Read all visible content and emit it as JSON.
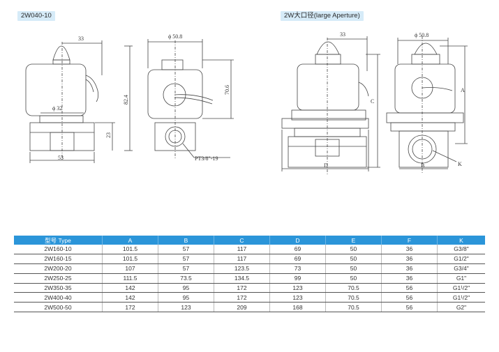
{
  "left_section": {
    "title": "2W040-10"
  },
  "right_section": {
    "title": "2W大口径(large Aperture)"
  },
  "left_drawing": {
    "dim_width_top": "33",
    "dim_diameter_coil": "ϕ 32",
    "dim_height": "82.4",
    "dim_body_height": "23",
    "dim_body_width": "53",
    "dim_coil_diameter_side": "ϕ 50.8",
    "dim_side_height": "70.6",
    "dim_port": "PT3/8\"-19"
  },
  "right_drawing": {
    "dim_width_top": "33",
    "dim_c": "C",
    "dim_d": "D",
    "dim_coil_diameter_side": "ϕ 50.8",
    "dim_a": "A",
    "dim_b": "B",
    "dim_k": "K"
  },
  "table": {
    "headers": [
      "型号 Type",
      "A",
      "B",
      "C",
      "D",
      "E",
      "F",
      "K"
    ],
    "rows": [
      [
        "2W160-10",
        "101.5",
        "57",
        "117",
        "69",
        "50",
        "36",
        "G3/8\""
      ],
      [
        "2W160-15",
        "101.5",
        "57",
        "117",
        "69",
        "50",
        "36",
        "G1/2\""
      ],
      [
        "2W200-20",
        "107",
        "57",
        "123.5",
        "73",
        "50",
        "36",
        "G3/4\""
      ],
      [
        "2W250-25",
        "111.5",
        "73.5",
        "134.5",
        "99",
        "50",
        "36",
        "G1\""
      ],
      [
        "2W350-35",
        "142",
        "95",
        "172",
        "123",
        "70.5",
        "56",
        "G1¹/2\""
      ],
      [
        "2W400-40",
        "142",
        "95",
        "172",
        "123",
        "70.5",
        "56",
        "G1¹/2\""
      ],
      [
        "2W500-50",
        "172",
        "123",
        "209",
        "168",
        "70.5",
        "56",
        "G2\""
      ]
    ]
  }
}
